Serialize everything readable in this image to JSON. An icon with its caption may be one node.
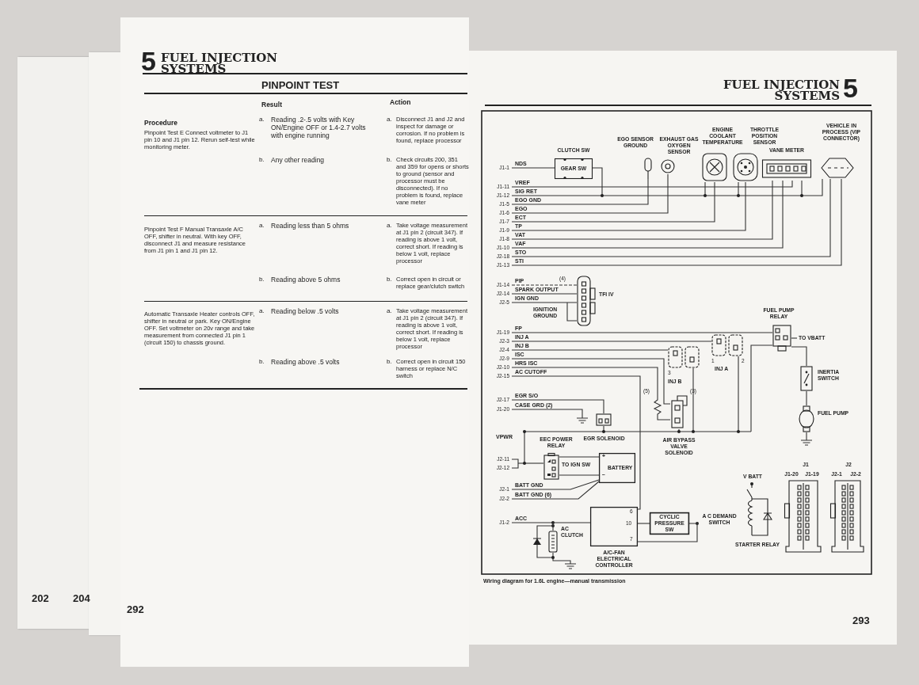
{
  "diagram": {
    "caption": "Wiring diagram for 1.6L engine—manual transmission",
    "nodes": [
      {
        "text": [
          "CLUTCH SW",
          "GEAR SW"
        ]
      },
      {
        "text": [
          "EGO SENSOR GROUND"
        ]
      },
      {
        "text": [
          "EXHAUST GAS OXYGEN SENSOR"
        ]
      },
      {
        "text": [
          "ENGINE COOLANT TEMPERATURE"
        ]
      },
      {
        "text": [
          "THROTTLE POSITION SENSOR"
        ]
      },
      {
        "text": [
          "VANE METER"
        ]
      },
      {
        "text": [
          "VEHICLE IN PROCESS (VIP CONNECTOR)"
        ]
      },
      {
        "text": [
          "TFI IV"
        ]
      },
      {
        "text": [
          "FUEL PUMP RELAY"
        ]
      },
      {
        "text": [
          "INJ B"
        ]
      },
      {
        "text": [
          "INJ A"
        ]
      },
      {
        "text": [
          "INERTIA SWITCH"
        ]
      },
      {
        "text": [
          "FUEL PUMP"
        ]
      },
      {
        "text": [
          "EGR SOLENOID"
        ]
      },
      {
        "text": [
          "AIR BYPASS VALVE SOLENOID"
        ]
      },
      {
        "text": [
          "EEC POWER RELAY"
        ]
      },
      {
        "text": [
          "BATTERY"
        ]
      },
      {
        "text": [
          "A/C-FAN ELECTRICAL CONTROLLER"
        ]
      },
      {
        "text": [
          "CYCLIC PRESSURE SW"
        ]
      },
      {
        "text": [
          "AC CLUTCH"
        ]
      },
      {
        "text": [
          "STARTER RELAY"
        ],
        "beside": [
          "V BATT"
        ]
      },
      {
        "text": [
          "J1",
          "J1-20",
          "J1-19"
        ]
      },
      {
        "text": [
          "J2",
          "J2-1",
          "J2-2"
        ]
      }
    ],
    "edges": [
      {
        "from": 15,
        "to": 16,
        "arrow": "none"
      },
      {
        "from": 15,
        "to": 16,
        "arrow": "none"
      },
      {
        "from": 17,
        "to": 18,
        "arrow": "none"
      },
      {
        "from": 8,
        "to": 11,
        "arrow": "none"
      },
      {
        "from": 11,
        "to": 12,
        "arrow": "none"
      },
      {
        "from": 18,
        "to": 17,
        "arrow": "none"
      },
      {
        "from": 19,
        "to": 17,
        "arrow": "none"
      }
    ],
    "labels": [
      "202",
      "204",
      "5",
      "FUEL INJECTION SYSTEMS",
      "PINPOINT TEST",
      "Procedure",
      "Result",
      "Action",
      "Pinpoint Test E Connect voltmeter to J1 pin 10 and J1 pin 12. Rerun self-test while monitoring meter.",
      "a.",
      "Reading .2-.5 volts with Key ON/Engine OFF or 1.4-2.7 volts with engine running",
      "a.",
      "Disconnect J1 and J2 and inspect for damage or corrosion. If no problem is found, replace processor",
      "b.",
      "Any other reading",
      "b.",
      "Check circuits 200, 351 and 359 for opens or shorts to ground (sensor and processor must be disconnected). If no problem is found, replace vane meter",
      "Pinpoint Test F Manual Transaxle A/C OFF, shifter in neutral. With key OFF, disconnect J1 and measure resistance from J1 pin 1 and J1 pin 12.",
      "a.",
      "Reading less than 5 ohms",
      "a.",
      "Take voltage measurement at J1 pin 2 (circuit 347). If reading is above 1 volt, correct short. If reading is below 1 volt, replace processor",
      "b.",
      "Reading above 5 ohms",
      "b.",
      "Correct open in circuit or replace gear/clutch switch",
      "Automatic Transaxle Heater controls OFF, shifter in neutral or park. Key ON/Engine OFF. Set voltmeter on 20v range and take measurement from connected J1 pin 1 (circuit 150) to chassis ground.",
      "a.",
      "Reading below .5 volts",
      "a.",
      "Take voltage measurement at J1 pin 2 (circuit 347). If reading is above 1 volt, correct short. If reading is below 1 volt, replace processor",
      "b.",
      "Reading above .5 volts",
      "b.",
      "Correct open in circuit 150 harness or replace N/C switch",
      "292",
      "FUEL INJECTION SYSTEMS",
      "5",
      "J1-1",
      "NDS",
      "J1-11",
      "VREF",
      "J1-12",
      "SIG RET",
      "J1-5",
      "EGO GND",
      "J1-6",
      "EGO",
      "J1-7",
      "ECT",
      "J1-9",
      "TP",
      "J1-8",
      "VAT",
      "J1-10",
      "VAF",
      "J2-18",
      "STO",
      "J1-13",
      "STI",
      "J1-14",
      "PIP",
      "(4)",
      "J2-14",
      "SPARK OUTPUT",
      "J2-5",
      "IGN GND",
      "IGNITION GROUND",
      "J1-19",
      "FP",
      "TO VBATT",
      "J2-3",
      "INJ A",
      "J2-4",
      "INJ B",
      "J2-9",
      "ISC",
      "3",
      "1",
      "2",
      "J2-10",
      "HRS ISC",
      "J2-15",
      "AC CUTOFF",
      "(5)",
      "(3)",
      "J2-17",
      "EGR S/O",
      "J1-20",
      "CASE GRD (2)",
      "VPWR",
      "J2-11",
      "J2-12",
      "TO IGN SW",
      "+",
      "−",
      "J2-1",
      "BATT GND",
      "J2-2",
      "BATT GND (6)",
      "6",
      "J1-2",
      "ACC",
      "10",
      "A C DEMAND SWITCH",
      "7",
      "293"
    ]
  }
}
